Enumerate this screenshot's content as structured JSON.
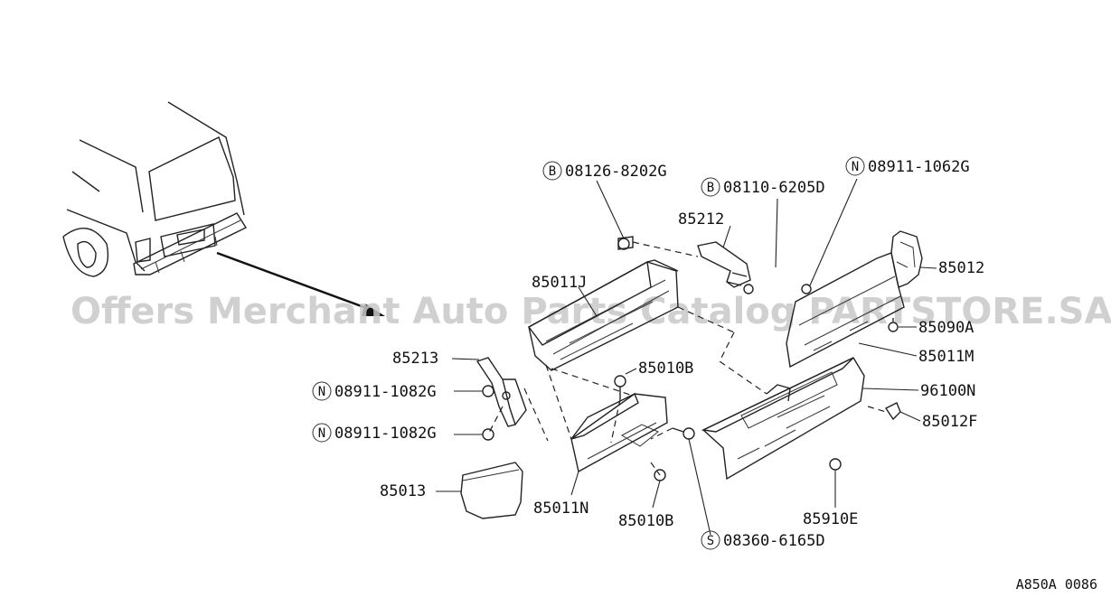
{
  "watermark": "Offers Merchant Auto Parts Catalog PARTSTORE.SA",
  "reference_code": "A850A 0086",
  "labels": {
    "l_08126": {
      "prefix": "B",
      "text": "08126-8202G"
    },
    "l_08110": {
      "prefix": "B",
      "text": "08110-6205D"
    },
    "l_08911_1062": {
      "prefix": "N",
      "text": "08911-1062G"
    },
    "l_85212": {
      "prefix": "",
      "text": "85212"
    },
    "l_85012": {
      "prefix": "",
      "text": "85012"
    },
    "l_85011J": {
      "prefix": "",
      "text": "85011J"
    },
    "l_85090A": {
      "prefix": "",
      "text": "85090A"
    },
    "l_85011M": {
      "prefix": "",
      "text": "85011M"
    },
    "l_85213": {
      "prefix": "",
      "text": "85213"
    },
    "l_85010B_top": {
      "prefix": "",
      "text": "85010B"
    },
    "l_96100N": {
      "prefix": "",
      "text": "96100N"
    },
    "l_08911_1082_a": {
      "prefix": "N",
      "text": "08911-1082G"
    },
    "l_08911_1082_b": {
      "prefix": "N",
      "text": "08911-1082G"
    },
    "l_85012F": {
      "prefix": "",
      "text": "85012F"
    },
    "l_85013": {
      "prefix": "",
      "text": "85013"
    },
    "l_85011N": {
      "prefix": "",
      "text": "85011N"
    },
    "l_85010B_bot": {
      "prefix": "",
      "text": "85010B"
    },
    "l_85910E": {
      "prefix": "",
      "text": "85910E"
    },
    "l_08360": {
      "prefix": "S",
      "text": "08360-6165D"
    }
  }
}
